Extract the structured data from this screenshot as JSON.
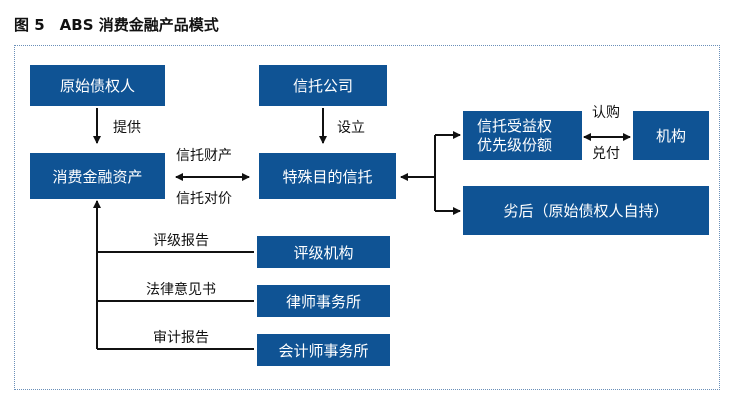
{
  "title": "图 5　ABS 消费金融产品模式",
  "boxes": {
    "original_owner": "原始债权人",
    "trust_company": "信托公司",
    "consumer_asset": "消费金融资产",
    "spv_trust": "特殊目的信托",
    "priority_line1": "信托受益权",
    "priority_line2": "优先级份额",
    "institution": "机构",
    "subordinate": "劣后（原始债权人自持）",
    "rating_agency": "评级机构",
    "law_firm": "律师事务所",
    "accounting_firm": "会计师事务所"
  },
  "labels": {
    "provide": "提供",
    "establish": "设立",
    "trust_property": "信托财产",
    "trust_consideration": "信托对价",
    "subscribe": "认购",
    "redeem": "兑付",
    "rating_report": "评级报告",
    "legal_opinion": "法律意见书",
    "audit_report": "审计报告"
  },
  "colors": {
    "box_fill": "#0f5394",
    "frame_border": "#6a8fb8",
    "line": "#111111"
  }
}
